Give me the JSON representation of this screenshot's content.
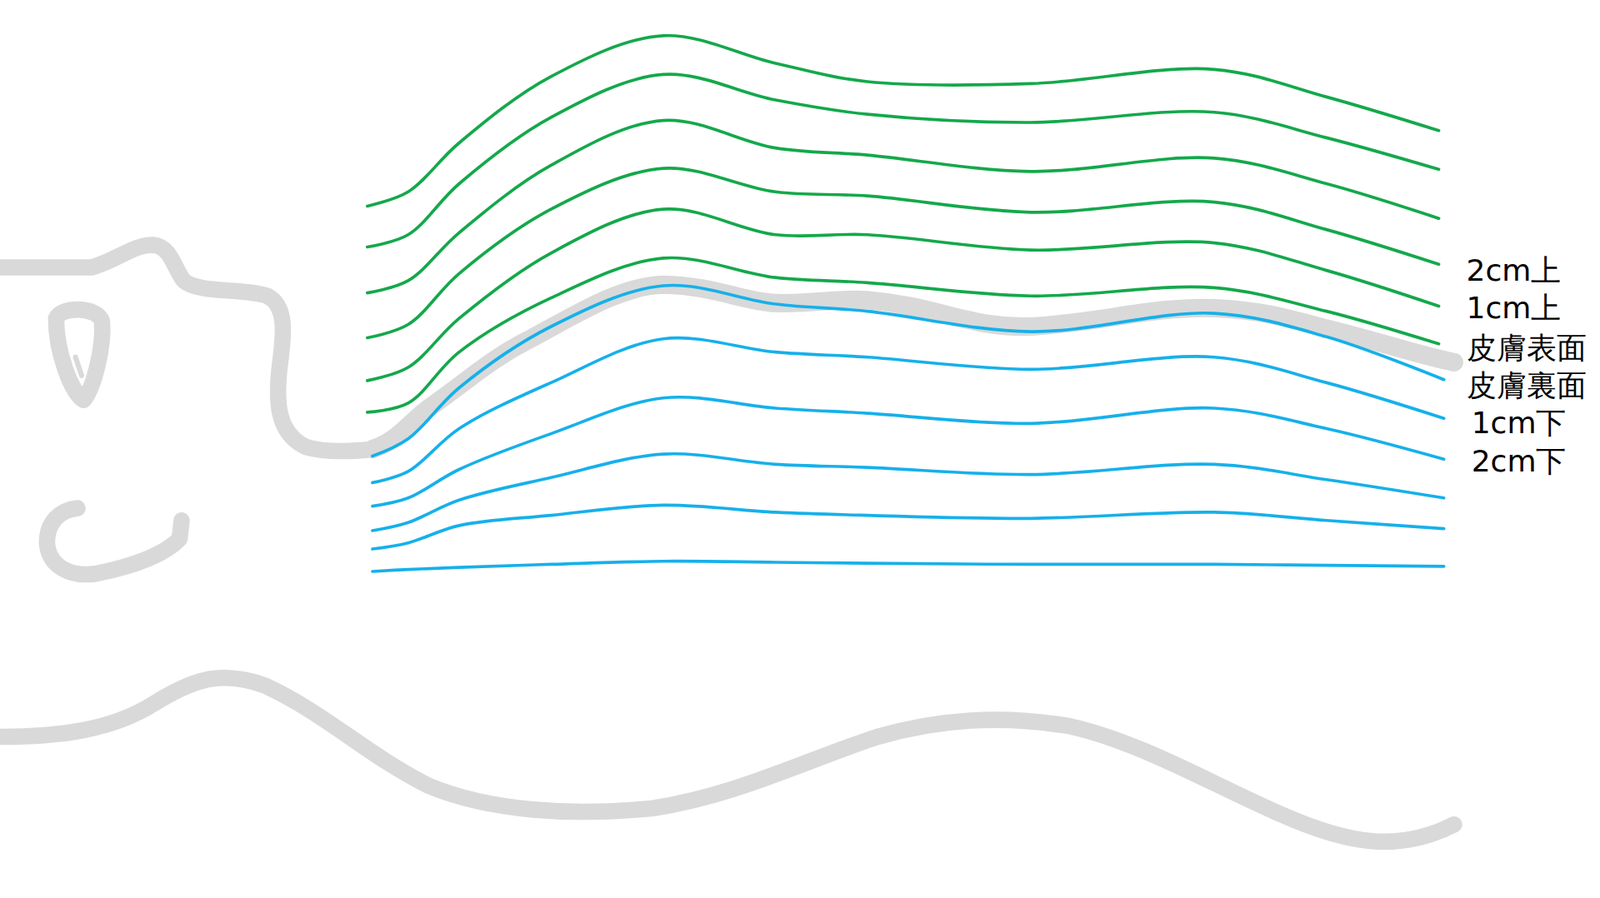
{
  "diagram": {
    "labels": [
      "2cm上",
      "1cm上",
      "皮膚表面",
      "皮膚裏面",
      "1cm下",
      "2cm下"
    ]
  }
}
